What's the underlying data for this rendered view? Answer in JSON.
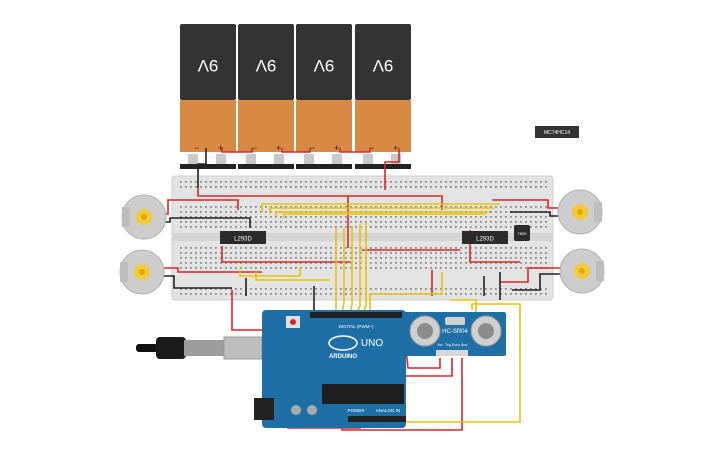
{
  "batteries": [
    {
      "label": "9V",
      "minus": "−",
      "plus": "+"
    },
    {
      "label": "9V",
      "minus": "−",
      "plus": "+"
    },
    {
      "label": "9V",
      "minus": "−",
      "plus": "+"
    },
    {
      "label": "9V",
      "minus": "−",
      "plus": "+"
    }
  ],
  "chips": {
    "driver_left": "L293D",
    "driver_right": "L293D",
    "loose_ic": "MC74HC14",
    "regulator": "7805"
  },
  "board": {
    "brand": "ARDUINO",
    "model": "UNO",
    "digital_label": "DIGITAL (PWM~)",
    "power_label": "POWER",
    "analog_label": "ANALOG IN"
  },
  "sensor": {
    "model": "HC-SR04",
    "pins": [
      "Vcc",
      "Trig",
      "Echo",
      "Gnd"
    ]
  },
  "colors": {
    "wire_red": "#d62728",
    "wire_black": "#222222",
    "wire_yellow": "#e8c20c",
    "battery_top": "#333333",
    "battery_bottom": "#d88a45",
    "arduino": "#1f6fa7",
    "breadboard": "#e3e3e3"
  }
}
